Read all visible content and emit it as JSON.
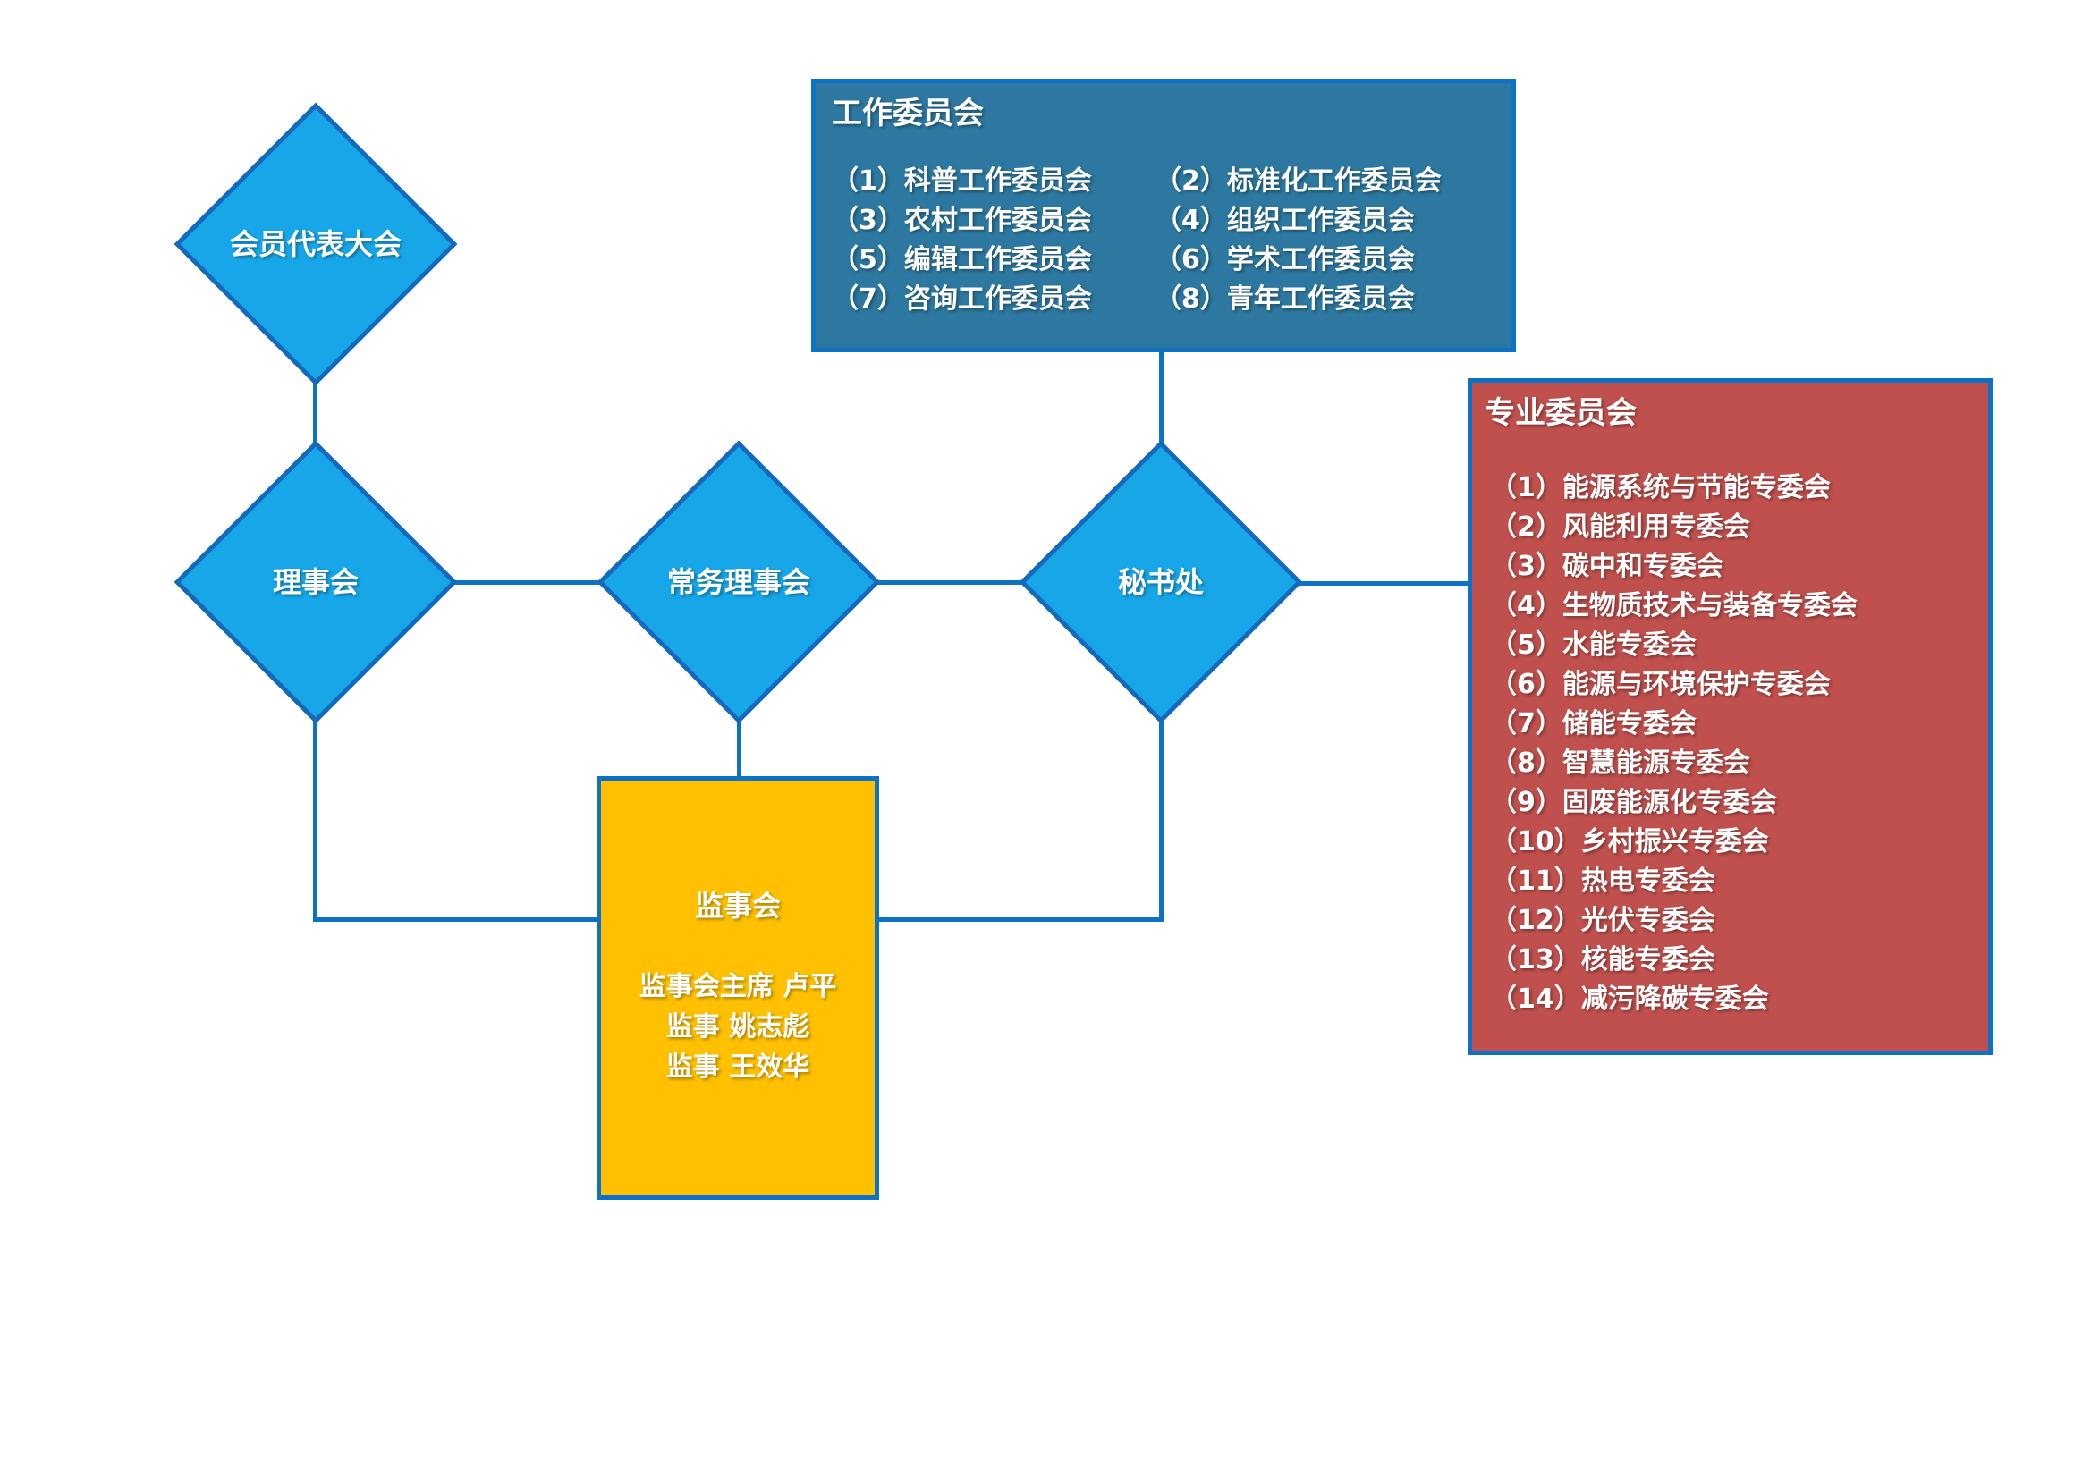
{
  "diagram": {
    "nodes": {
      "member_assembly": {
        "label": "会员代表大会"
      },
      "council": {
        "label": "理事会"
      },
      "standing_council": {
        "label": "常务理事会"
      },
      "secretariat": {
        "label": "秘书处"
      }
    },
    "work_committees": {
      "title": "工作委员会",
      "items": [
        "（1）科普工作委员会",
        "（2）标准化工作委员会",
        "（3）农村工作委员会",
        "（4）组织工作委员会",
        "（5）编辑工作委员会",
        "（6）学术工作委员会",
        "（7）咨询工作委员会",
        "（8）青年工作委员会"
      ]
    },
    "professional_committees": {
      "title": "专业委员会",
      "items": [
        "（1）能源系统与节能专委会",
        "（2）风能利用专委会",
        "（3）碳中和专委会",
        "（4）生物质技术与装备专委会",
        "（5）水能专委会",
        "（6）能源与环境保护专委会",
        "（7）储能专委会",
        "（8）智慧能源专委会",
        "（9）固废能源化专委会",
        "（10）乡村振兴专委会",
        "（11）热电专委会",
        "（12）光伏专委会",
        "（13）核能专委会",
        "（14）减污降碳专委会"
      ]
    },
    "supervisory_board": {
      "title": "监事会",
      "members": [
        "监事会主席 卢平",
        "监事 姚志彪",
        "监事 王效华"
      ]
    },
    "colors": {
      "diamond_fill": "#17a7e8",
      "diamond_border": "#1569bd",
      "connector": "#0d72c6",
      "work_box_fill": "#2d78a0",
      "professional_box_fill": "#c0504d",
      "supervisory_box_fill": "#ffc000",
      "box_border": "#0d72c6",
      "text": "#ffffff"
    }
  }
}
